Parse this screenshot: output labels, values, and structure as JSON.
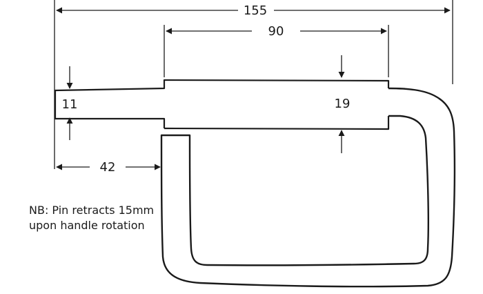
{
  "dimensions": {
    "overall_length": "155",
    "body_length": "90",
    "pin_diameter": "11",
    "body_diameter": "19",
    "pin_to_handle": "42"
  },
  "note": {
    "line1": "NB: Pin retracts 15mm",
    "line2": "upon handle rotation"
  }
}
